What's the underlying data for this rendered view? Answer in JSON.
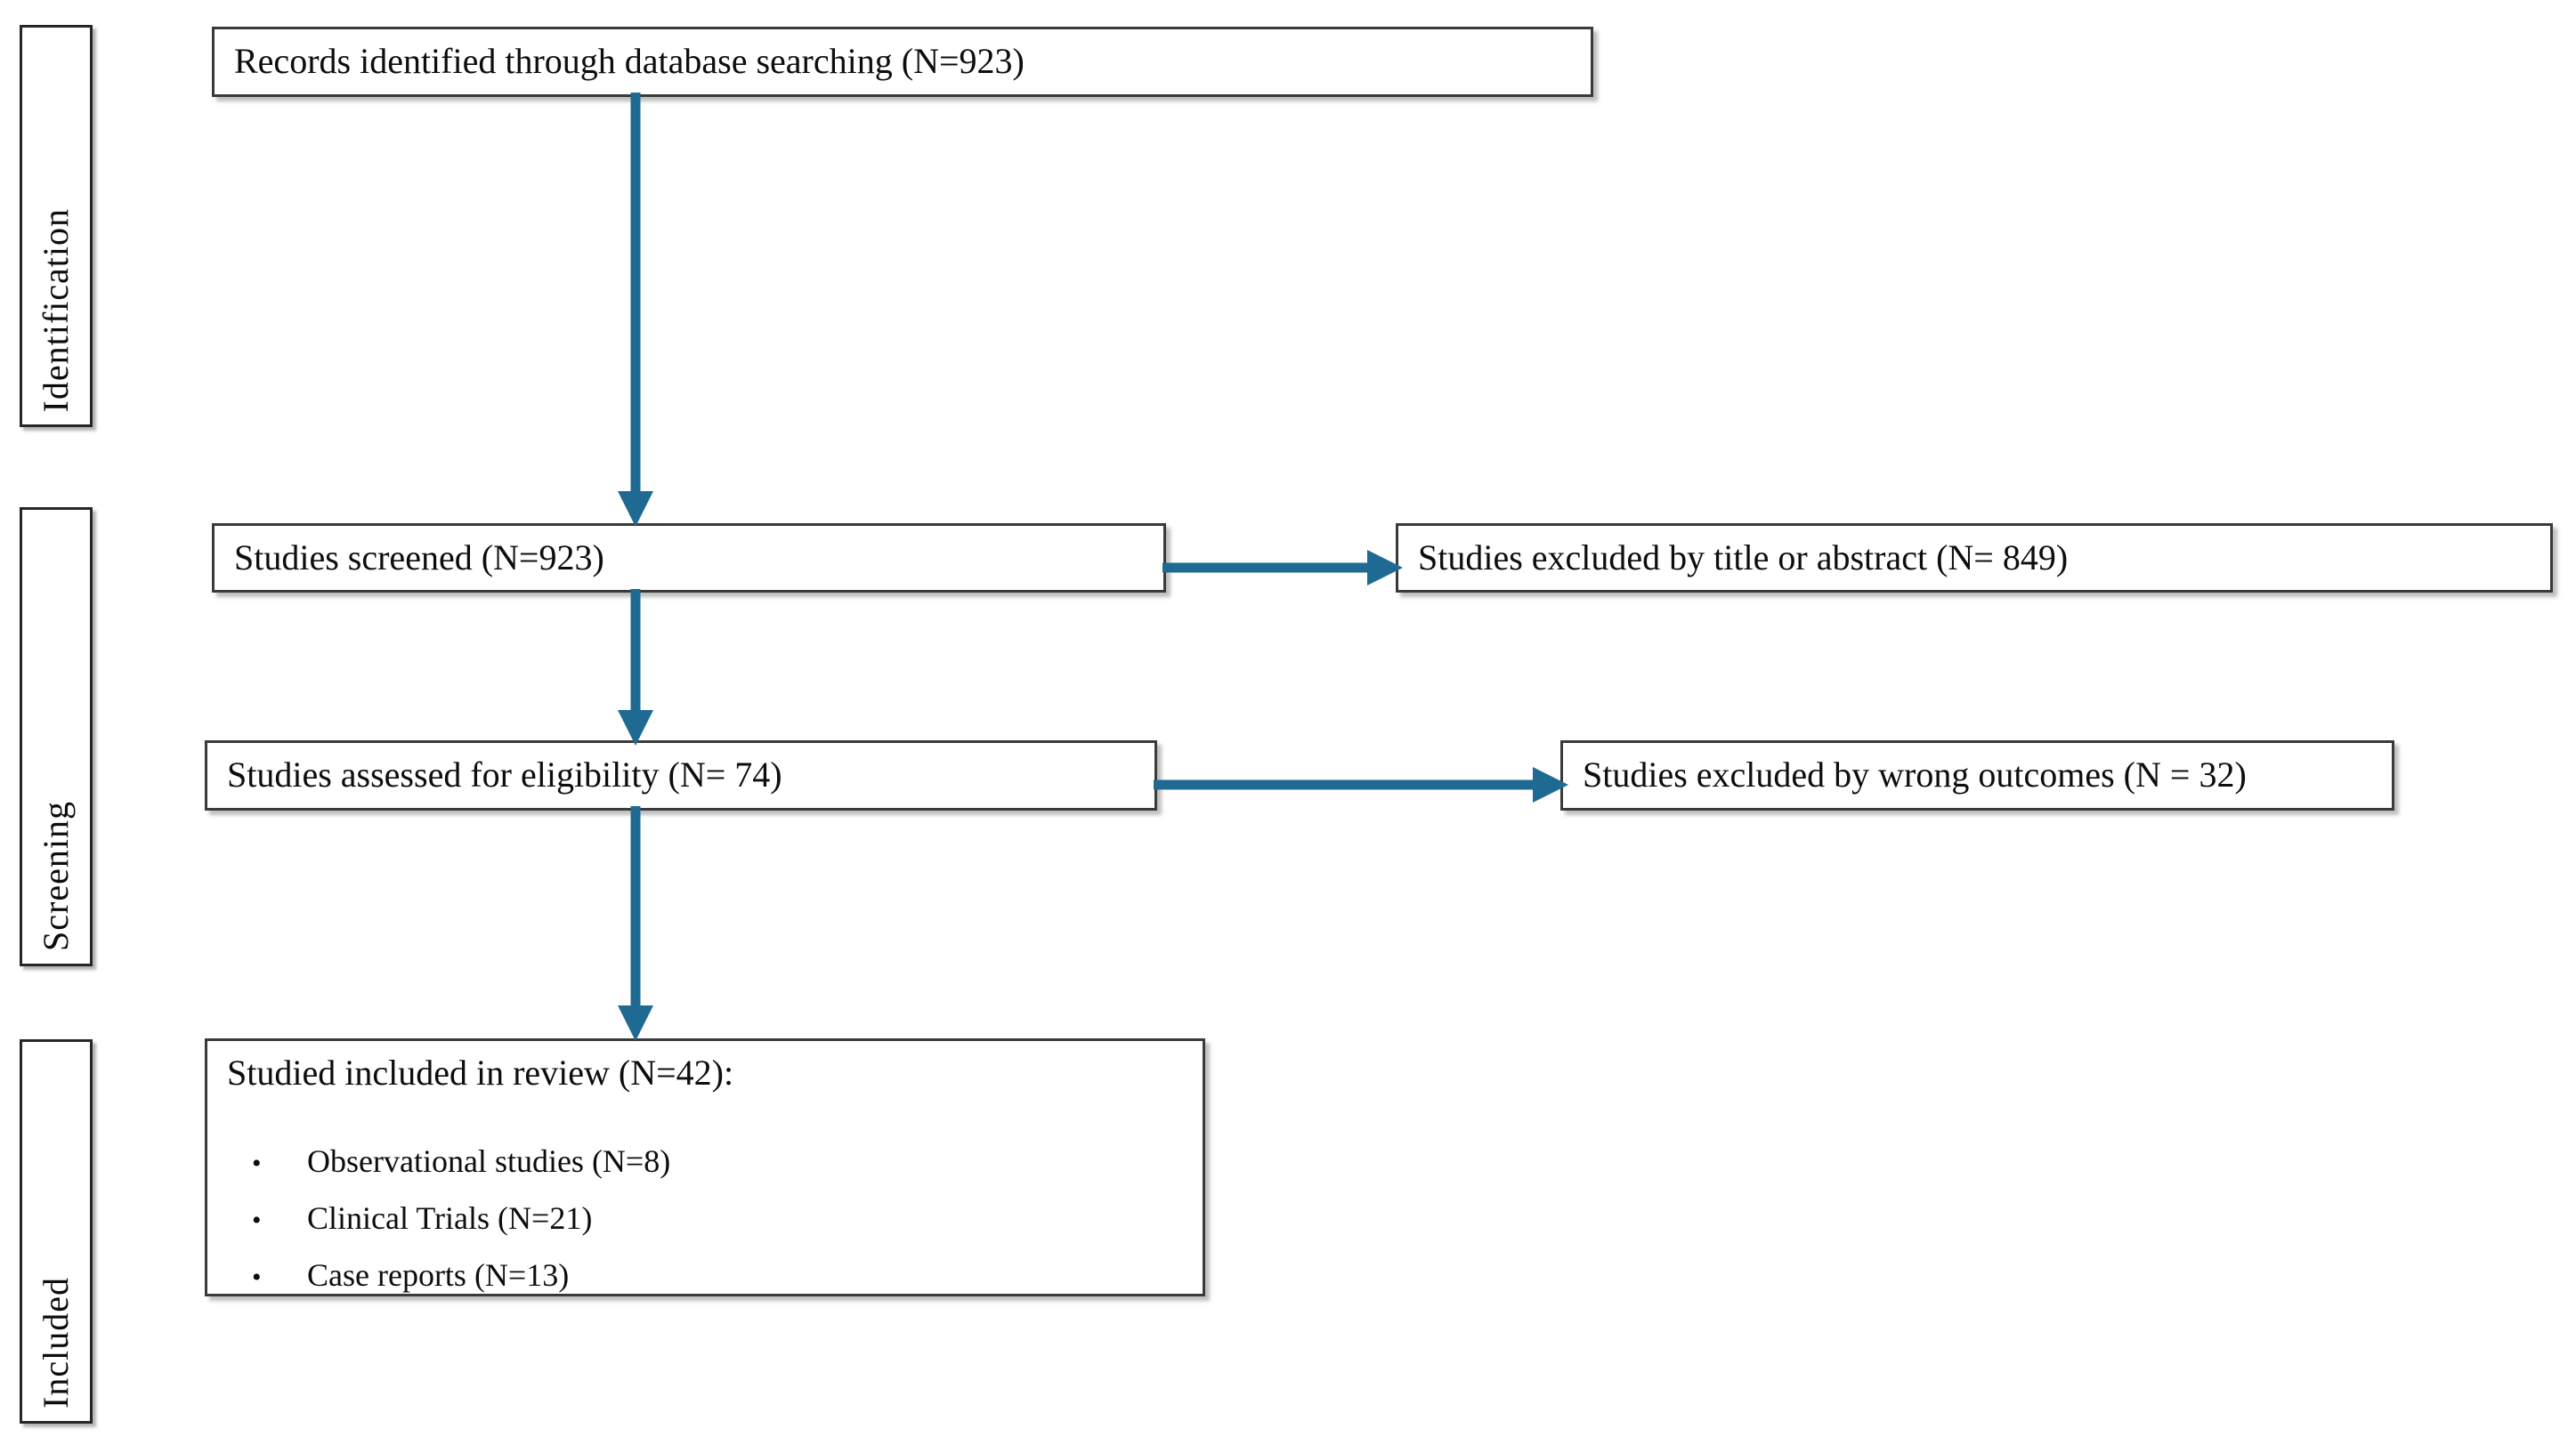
{
  "diagram": {
    "title": "PRISMA study selection flow diagram",
    "accent_color": "#1f6a93",
    "box_border_color": "#3a3a3a",
    "stage_border_color": "#262626",
    "text_color": "#0d0d0d",
    "background": "#ffffff"
  },
  "stages": [
    {
      "id": "identification",
      "label": "Identification"
    },
    {
      "id": "screening",
      "label": "Screening"
    },
    {
      "id": "included",
      "label": "Included"
    }
  ],
  "boxes": {
    "identified": {
      "text": "Records identified through database searching (N=923)"
    },
    "screened": {
      "text": "Studies screened (N=923)"
    },
    "excluded_title_abstract": {
      "text": "Studies excluded by title or abstract (N= 849)"
    },
    "eligibility": {
      "text": "Studies assessed for eligibility (N= 74)"
    },
    "excluded_wrong_outcomes": {
      "text": "Studies excluded by wrong outcomes (N = 32)"
    },
    "included": {
      "heading": "Studied included in review (N=42):",
      "bullet_glyph": "•",
      "items": [
        "Observational studies (N=8)",
        "Clinical Trials (N=21)",
        "Case reports (N=13)"
      ]
    }
  },
  "chart_data": {
    "type": "diagram",
    "title": "PRISMA study selection flow diagram",
    "nodes": [
      {
        "id": "identified",
        "stage": "Identification",
        "label": "Records identified through database searching (N=923)",
        "n": 923
      },
      {
        "id": "screened",
        "stage": "Screening",
        "label": "Studies screened (N=923)",
        "n": 923
      },
      {
        "id": "excluded_title_abstract",
        "stage": "Screening",
        "label": "Studies excluded by title or abstract (N= 849)",
        "n": 849
      },
      {
        "id": "eligibility",
        "stage": "Screening",
        "label": "Studies assessed for eligibility (N= 74)",
        "n": 74
      },
      {
        "id": "excluded_wrong_outcomes",
        "stage": "Screening",
        "label": "Studies excluded by wrong outcomes (N = 32)",
        "n": 32
      },
      {
        "id": "included",
        "stage": "Included",
        "label": "Studied included in review (N=42):",
        "n": 42,
        "breakdown": [
          {
            "label": "Observational studies",
            "n": 8
          },
          {
            "label": "Clinical Trials",
            "n": 21
          },
          {
            "label": "Case reports",
            "n": 13
          }
        ]
      }
    ],
    "edges": [
      {
        "from": "identified",
        "to": "screened",
        "direction": "down"
      },
      {
        "from": "screened",
        "to": "excluded_title_abstract",
        "direction": "right"
      },
      {
        "from": "screened",
        "to": "eligibility",
        "direction": "down"
      },
      {
        "from": "eligibility",
        "to": "excluded_wrong_outcomes",
        "direction": "right"
      },
      {
        "from": "eligibility",
        "to": "included",
        "direction": "down"
      }
    ]
  }
}
